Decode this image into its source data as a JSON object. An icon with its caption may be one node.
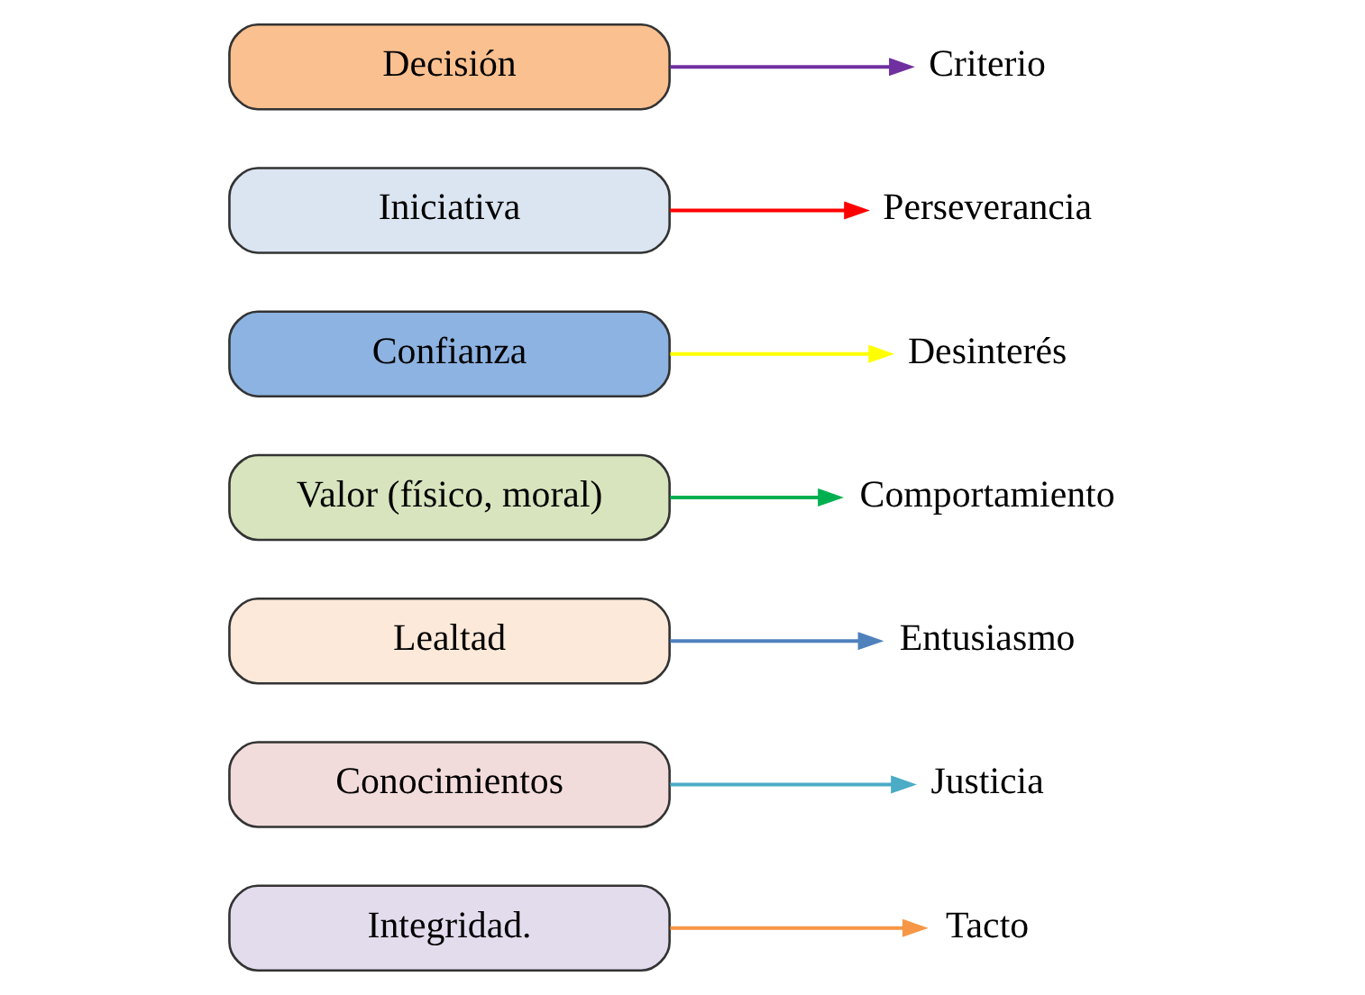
{
  "diagram": {
    "nodes": [
      {
        "text": [
          "Integridad."
        ]
      },
      {
        "text": [
          "Tacto"
        ]
      },
      {
        "text": [
          "Conocimientos"
        ]
      },
      {
        "text": [
          "Justicia"
        ]
      },
      {
        "text": [
          "Lealtad"
        ]
      },
      {
        "text": [
          "Entusiasmo"
        ]
      },
      {
        "text": [
          "Valor (físico, moral)"
        ]
      },
      {
        "text": [
          "Comportamiento"
        ]
      },
      {
        "text": [
          "Confianza"
        ]
      },
      {
        "text": [
          "Desinterés"
        ]
      },
      {
        "text": [
          "Iniciativa"
        ]
      },
      {
        "text": [
          "Perseverancia"
        ]
      },
      {
        "text": [
          "Decisión"
        ]
      },
      {
        "text": [
          "Criterio"
        ]
      }
    ],
    "edges": [
      {
        "from": 0,
        "to": 1,
        "arrow": "to",
        "color": "#f79646"
      },
      {
        "from": 2,
        "to": 3,
        "arrow": "to",
        "color": "#4bacc6"
      },
      {
        "from": 4,
        "to": 5,
        "arrow": "to",
        "color": "#4f81bd"
      },
      {
        "from": 6,
        "to": 7,
        "arrow": "to",
        "color": "#00b050"
      },
      {
        "from": 8,
        "to": 9,
        "arrow": "to",
        "color": "#ffff00"
      },
      {
        "from": 10,
        "to": 11,
        "arrow": "to",
        "color": "#ff0000"
      },
      {
        "from": 12,
        "to": 13,
        "arrow": "to",
        "color": "#7030a0"
      }
    ]
  }
}
